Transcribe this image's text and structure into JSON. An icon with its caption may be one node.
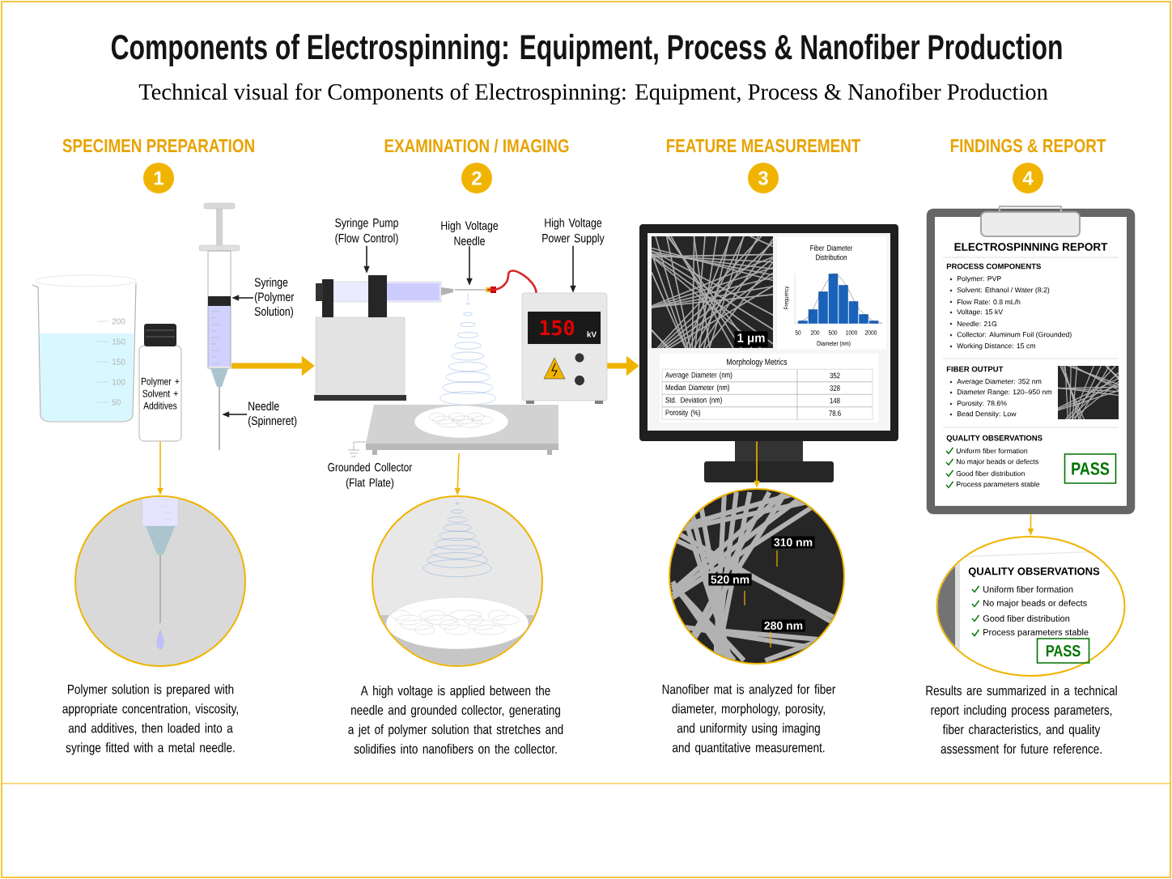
{
  "diagram": {
    "title": "Components of Electrospinning: Equipment, Process & Nanofiber Production",
    "nodes": [
      {
        "text": [
          "1"
        ],
        "beside": [
          "SPECIMEN PREPARATION"
        ]
      },
      {
        "text": [
          "2"
        ],
        "beside": [
          "EXAMINATION / IMAGING"
        ]
      },
      {
        "text": [
          "3"
        ],
        "beside": [
          "FEATURE MEASUREMENT"
        ]
      },
      {
        "text": [
          "4"
        ],
        "beside": [
          "FINDINGS & REPORT"
        ]
      },
      {
        "text": [
          "Polymer + Solvent + Additives"
        ]
      },
      {
        "text": [],
        "shape": "picture"
      },
      {
        "text": [],
        "shape": "picture"
      },
      {
        "text": [
          "Syringe (Polymer Solution)"
        ]
      },
      {
        "text": [
          "Needle (Spinneret)"
        ]
      },
      {
        "text": [],
        "shape": "picture",
        "beside": [
          "Polymer solution is prepared with appropriate concentration, viscosity, and additives, then loaded into a syringe fitted with a metal needle."
        ]
      },
      {
        "text": [],
        "shape": "picture"
      },
      {
        "text": [
          "Syringe Pump (Flow Control)"
        ]
      },
      {
        "text": [],
        "shape": "picture"
      },
      {
        "text": [
          "High Voltage Needle"
        ]
      },
      {
        "text": [
          "150",
          "kV"
        ]
      },
      {
        "text": [
          "High Voltage Power Supply"
        ]
      },
      {
        "text": [],
        "shape": "picture",
        "beside": [
          "Grounded Collector (Flat Plate)"
        ]
      },
      {
        "text": [],
        "shape": "picture",
        "beside": [
          "A high voltage is applied between the needle and grounded collector, generating a jet of polymer solution that stretches and solidifies into nanofibers on the collector."
        ]
      },
      {
        "text": [
          "1 μm",
          "Fiber Diameter Distribution",
          "Frequency",
          "50",
          "200",
          "500",
          "1000",
          "2000",
          "Diameter (nm)",
          "Morphology Metrics",
          "Average Diameter (nm)",
          "352",
          "Median Diameter (nm)",
          "328",
          "Std. Deviation (nm)",
          "148",
          "Porosity (%)",
          "78.6"
        ]
      },
      {
        "text": [
          "310 nm",
          "520 nm",
          "280 nm"
        ],
        "beside": [
          "Nanofiber mat is analyzed for fiber diameter, morphology, porosity, and uniformity using imaging and quantitative measurement."
        ]
      },
      {
        "text": [
          "ELECTROSPINNING REPORT",
          "PROCESS COMPONENTS",
          "Polymer: PVP",
          "Solvent: Ethanol / Water (8:2)",
          "Flow Rate: 0.8 mL/h",
          "Voltage: 15 kV",
          "Needle: 21G",
          "Collector: Aluminum Foil (Grounded)",
          "Working Distance: 15 cm",
          "FIBER OUTPUT",
          "Average Diameter: 352 nm",
          "Diameter Range: 120–950 nm",
          "Porosity: 78.6%",
          "Bead Density: Low",
          "QUALITY OBSERVATIONS",
          "Uniform fiber formation",
          "No major beads or defects",
          "Good fiber distribution",
          "Process parameters stable"
        ]
      },
      {
        "text": [
          "PASS"
        ],
        "in": 20
      },
      {
        "text": [
          "QUALITY OBSERVATIONS",
          "Uniform fiber formation",
          "No major beads or defects",
          "Good fiber distribution",
          "Process parameters stable"
        ],
        "beside": [
          "Results are summarized in a technical report including process parameters, fiber characteristics, and quality assessment for future reference."
        ]
      },
      {
        "text": [
          "PASS"
        ],
        "in": 22
      }
    ],
    "edges": [
      {
        "from": 7,
        "to": 5,
        "arrow": "to",
        "color": "#222222"
      },
      {
        "from": 8,
        "to": 6,
        "arrow": "to",
        "color": "#222222"
      },
      {
        "from": 11,
        "to": 10,
        "arrow": "to",
        "color": "#222222"
      },
      {
        "from": 13,
        "to": 12,
        "arrow": "to",
        "color": "#222222"
      },
      {
        "from": 15,
        "to": 14,
        "arrow": "to",
        "color": "#222222"
      },
      {
        "from": 12,
        "to": 14,
        "arrow": "none",
        "color": "#d62828"
      },
      {
        "from": 5,
        "to": 10,
        "arrow": "to",
        "style": "thick",
        "color": "#f0b400"
      },
      {
        "from": 14,
        "to": 18,
        "arrow": "to",
        "style": "thick",
        "color": "#f0b400"
      },
      {
        "from": 4,
        "to": 9,
        "arrow": "to",
        "color": "#f0b400"
      },
      {
        "from": 16,
        "to": 17,
        "arrow": "to",
        "color": "#f0b400"
      },
      {
        "from": 18,
        "to": 19,
        "arrow": "to",
        "color": "#f0b400"
      },
      {
        "from": 20,
        "to": 22,
        "arrow": "to",
        "color": "#f0b400"
      }
    ],
    "labels": [
      "Technical visual for Components of Electrospinning: Equipment, Process & Nanofiber Production",
      "200",
      "150",
      "150",
      "100",
      "50"
    ]
  }
}
